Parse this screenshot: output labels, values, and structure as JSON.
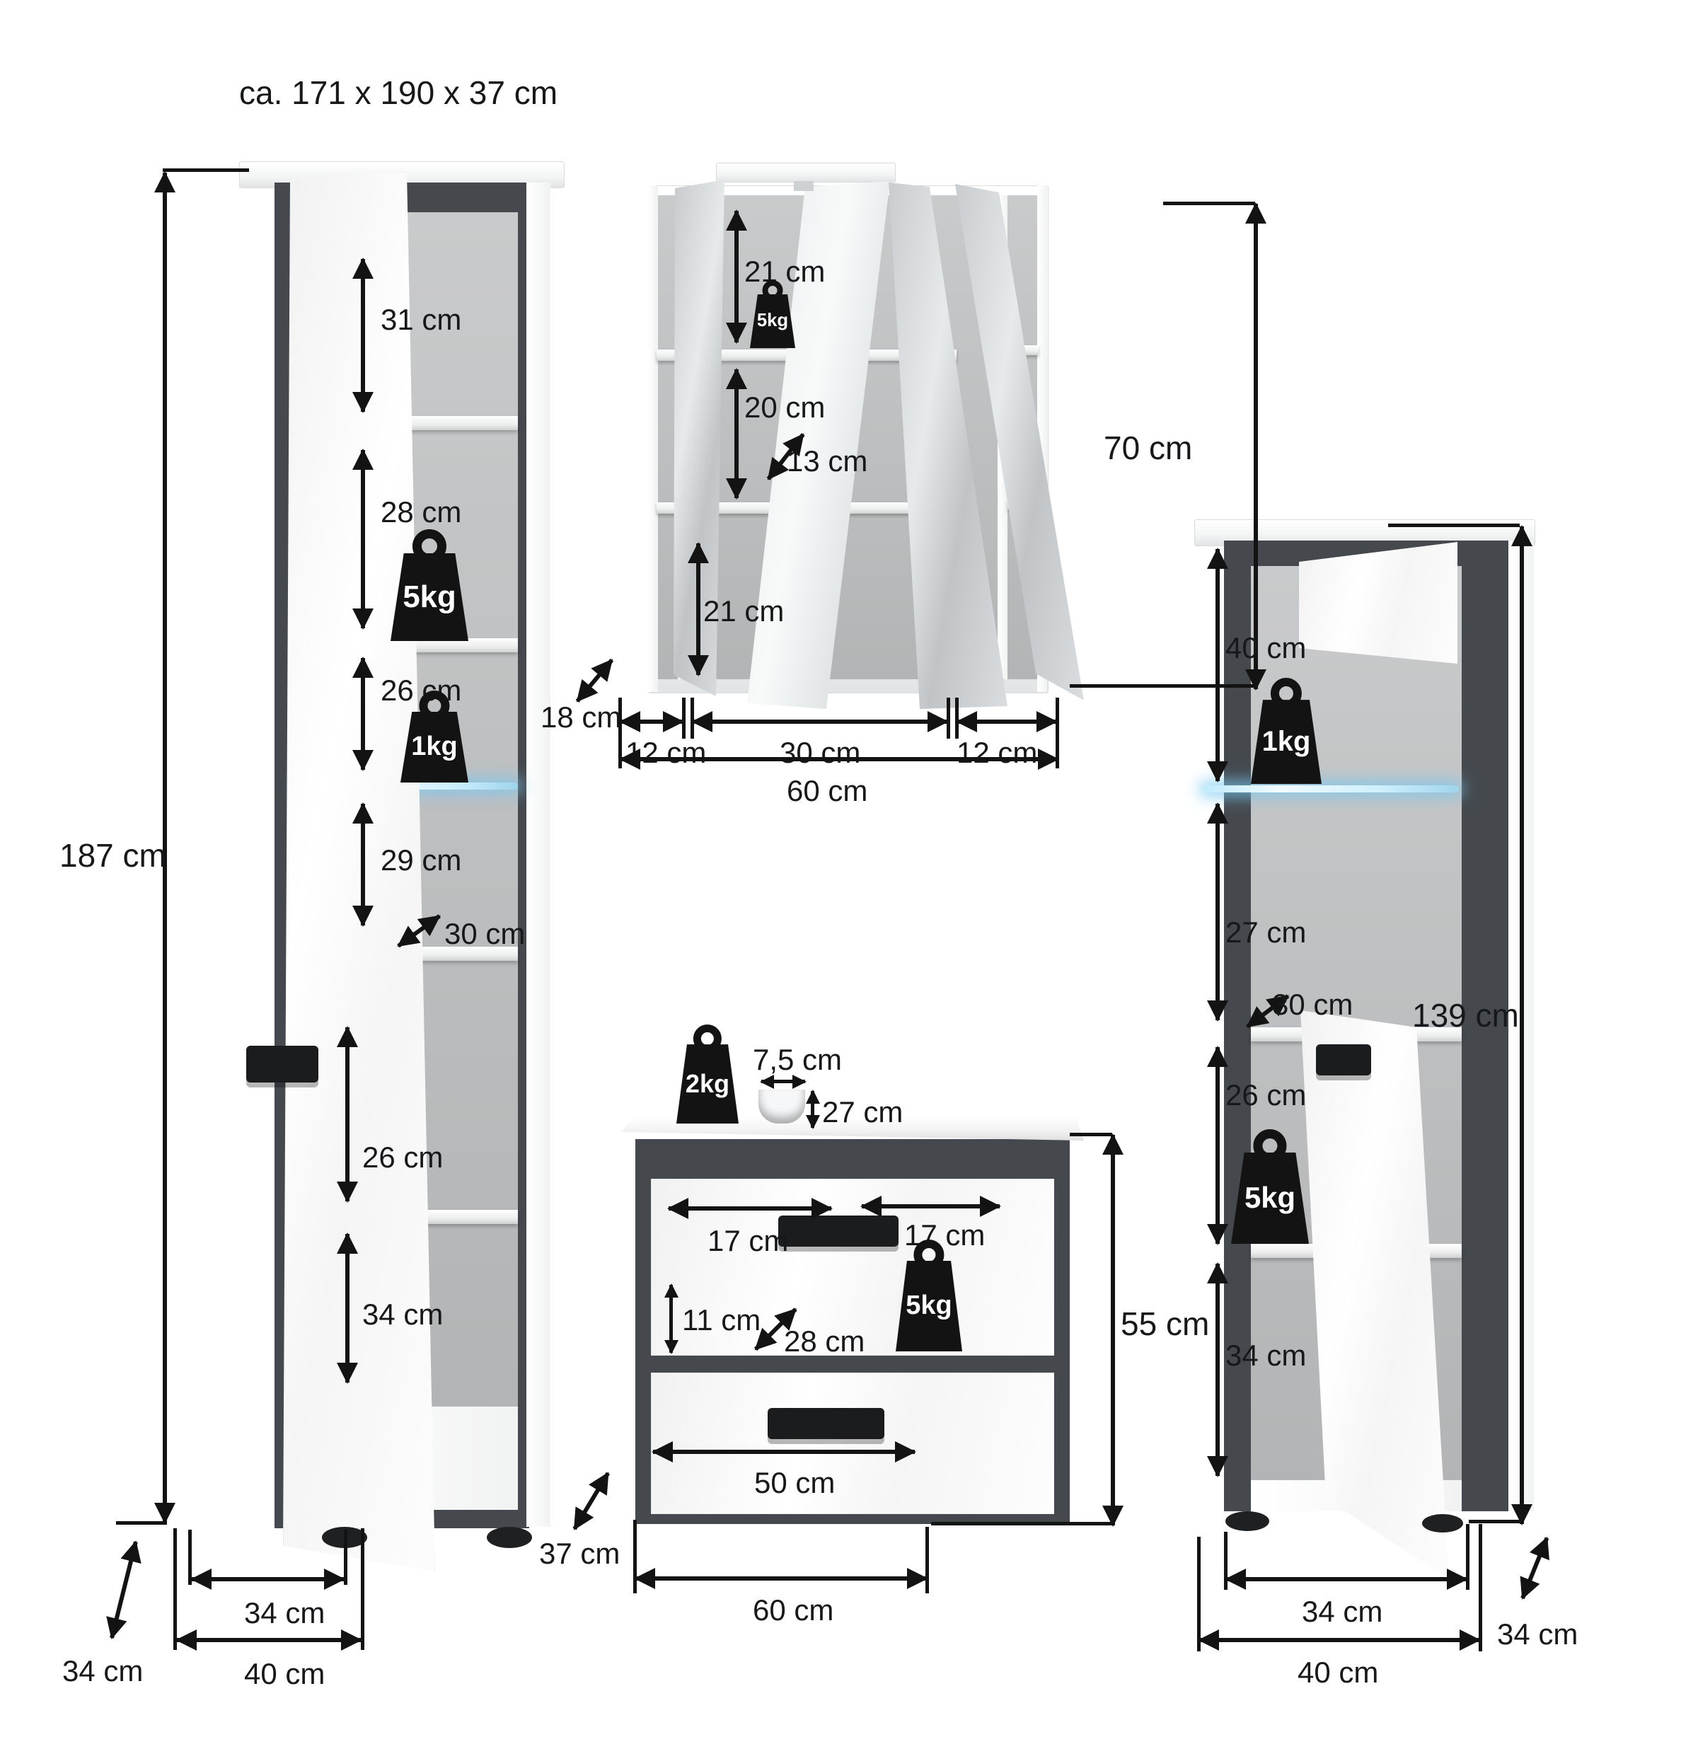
{
  "title": "ca. 171 x 190 x 37 cm",
  "colors": {
    "annotation": "#131313",
    "cabinet_frame_dark": "#45494e",
    "led_glow": "#a8dcf2"
  },
  "tall_cabinet": {
    "height": "187 cm",
    "compartments": [
      "31 cm",
      "28 cm",
      "26 cm",
      "29 cm",
      "26 cm",
      "34 cm"
    ],
    "shelf_max_load": "5kg",
    "glass_shelf_max_load": "1kg",
    "inner_depth": "30 cm",
    "inner_width": "34 cm",
    "outer_width": "40 cm",
    "depth": "34 cm"
  },
  "mirror_cabinet": {
    "height": "70 cm",
    "compartments": [
      "21 cm",
      "20 cm",
      "21 cm"
    ],
    "shelf_max_load": "5kg",
    "shelf_depth": "13 cm",
    "depth": "18 cm",
    "section_widths": [
      "12 cm",
      "30 cm",
      "12 cm"
    ],
    "outer_width": "60 cm"
  },
  "basin_cabinet": {
    "top_max_load": "2kg",
    "cutout_width": "7,5 cm",
    "cutout_depth": "27 cm",
    "flap_width_left": "17 cm",
    "flap_width_right": "17 cm",
    "flap_inner_height": "11 cm",
    "flap_inner_depth": "28 cm",
    "max_load": "5kg",
    "height": "55 cm",
    "drawer_width": "50 cm",
    "outer_width": "60 cm",
    "depth": "37 cm"
  },
  "side_cabinet": {
    "height": "139 cm",
    "compartments": [
      "40 cm",
      "27 cm",
      "26 cm",
      "34 cm"
    ],
    "glass_shelf_max_load": "1kg",
    "shelf_max_load": "5kg",
    "inner_depth": "30 cm",
    "inner_width": "34 cm",
    "outer_width": "40 cm",
    "depth": "34 cm"
  }
}
